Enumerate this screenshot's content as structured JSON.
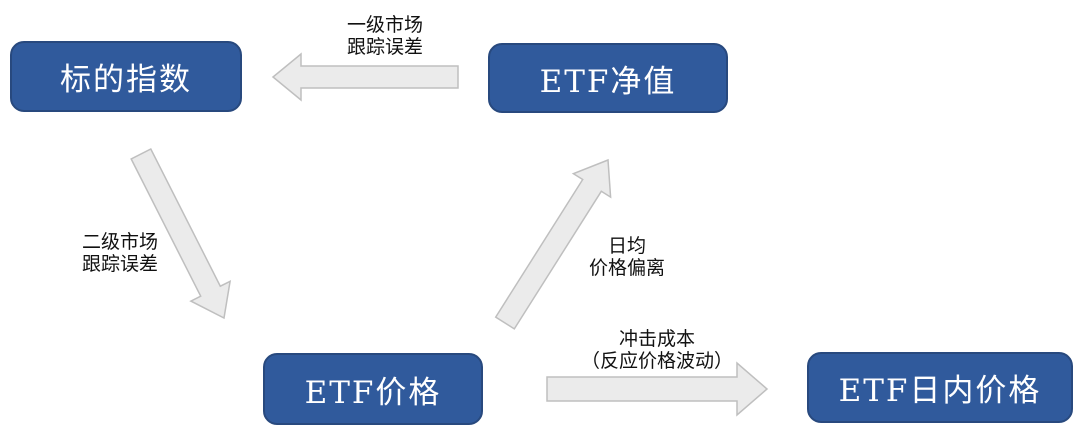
{
  "diagram": {
    "type": "flow-diagram",
    "nodes": [
      {
        "id": "underlying-index",
        "label": "标的指数"
      },
      {
        "id": "etf-nav",
        "label": "ETF净值"
      },
      {
        "id": "etf-price",
        "label": "ETF价格"
      },
      {
        "id": "etf-intraday-price",
        "label": "ETF日内价格"
      }
    ],
    "edges": [
      {
        "from": "etf-nav",
        "to": "underlying-index",
        "direction": "left",
        "label_lines": [
          "一级市场",
          "跟踪误差"
        ]
      },
      {
        "from": "underlying-index",
        "to": "etf-price",
        "direction": "down-right",
        "label_lines": [
          "二级市场",
          "跟踪误差"
        ]
      },
      {
        "from": "etf-price",
        "to": "etf-nav",
        "direction": "up-right",
        "label_lines": [
          "日均",
          "价格偏离"
        ]
      },
      {
        "from": "etf-price",
        "to": "etf-intraday-price",
        "direction": "right",
        "label_lines": [
          "冲击成本",
          "（反应价格波动）"
        ]
      }
    ],
    "colors": {
      "background": "#FFFFFF",
      "node_fill": "#305A9C",
      "node_border": "#28497E",
      "node_text": "#FFFFFF",
      "arrow_fill": "#EBEBEB",
      "arrow_border": "#BFBFBF",
      "label_text": "#111111"
    }
  }
}
